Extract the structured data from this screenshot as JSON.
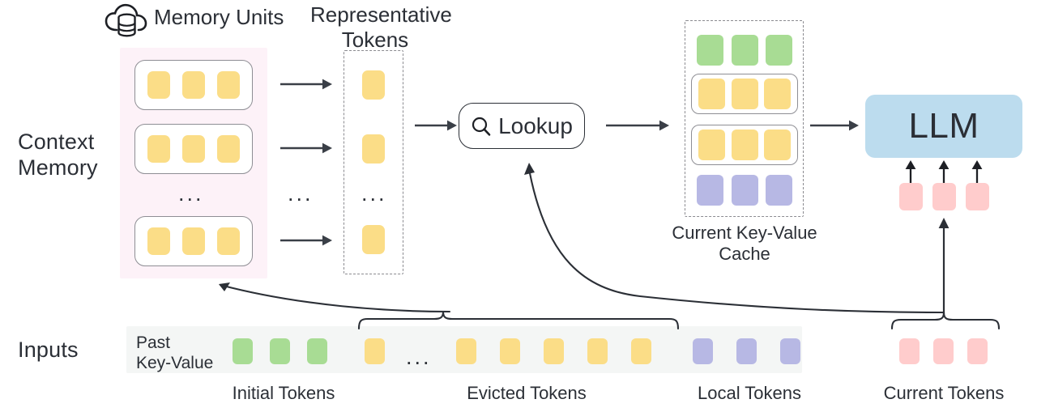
{
  "diagram": {
    "title": "Context Memory LLM KV-cache lookup architecture",
    "row_labels": {
      "context_memory": "Context\nMemory",
      "inputs": "Inputs"
    },
    "memory_units": {
      "icon": "cloud-database-icon",
      "label": "Memory Units",
      "unit_count_shown": 3,
      "tokens_per_unit": 3,
      "ellipsis": "...",
      "token_color": "#fbdd87",
      "panel_color": "#fbeaf4"
    },
    "representative_tokens": {
      "label": "Representative\nTokens",
      "tokens_shown": 3,
      "ellipsis": "...",
      "token_color": "#fbdd87"
    },
    "arrow_ellipsis": "...",
    "lookup": {
      "label": "Lookup",
      "icon": "search-icon"
    },
    "kv_cache": {
      "label": "Current Key-Value\nCache",
      "rows": [
        {
          "name": "initial",
          "color": "#a8dc94",
          "count": 3,
          "wrapped": false
        },
        {
          "name": "retrieved-a",
          "color": "#fbdd87",
          "count": 3,
          "wrapped": true
        },
        {
          "name": "retrieved-b",
          "color": "#fbdd87",
          "count": 3,
          "wrapped": true
        },
        {
          "name": "local",
          "color": "#b7b8e4",
          "count": 3,
          "wrapped": false
        }
      ]
    },
    "llm": {
      "label": "LLM",
      "box_color": "#bcdcee",
      "input_tokens": {
        "count": 3,
        "color": "#ffcccc"
      }
    },
    "inputs": {
      "past_key_value_label": "Past\nKey-Value",
      "sequence": [
        {
          "color": "#a8dc94",
          "group": "initial"
        },
        {
          "color": "#a8dc94",
          "group": "initial"
        },
        {
          "color": "#a8dc94",
          "group": "initial"
        },
        {
          "color": "#fbdd87",
          "group": "evicted"
        },
        {
          "ellipsis": "..."
        },
        {
          "color": "#fbdd87",
          "group": "evicted"
        },
        {
          "color": "#fbdd87",
          "group": "evicted"
        },
        {
          "color": "#fbdd87",
          "group": "evicted"
        },
        {
          "color": "#fbdd87",
          "group": "evicted"
        },
        {
          "color": "#fbdd87",
          "group": "evicted"
        },
        {
          "color": "#b7b8e4",
          "group": "local"
        },
        {
          "color": "#b7b8e4",
          "group": "local"
        },
        {
          "color": "#b7b8e4",
          "group": "local"
        }
      ],
      "current_tokens": {
        "count": 3,
        "color": "#ffcccc"
      },
      "captions": {
        "initial": "Initial Tokens",
        "evicted": "Evicted Tokens",
        "local": "Local Tokens",
        "current": "Current Tokens"
      }
    },
    "colors": {
      "yellow": "#fbdd87",
      "green": "#a8dc94",
      "purple": "#b7b8e4",
      "pink_token": "#ffcccc",
      "blue_llm": "#bcdcee",
      "panel_pink": "#fbeaf4",
      "strip_grey": "#f4f6f5",
      "ink": "#2b2f36"
    }
  }
}
